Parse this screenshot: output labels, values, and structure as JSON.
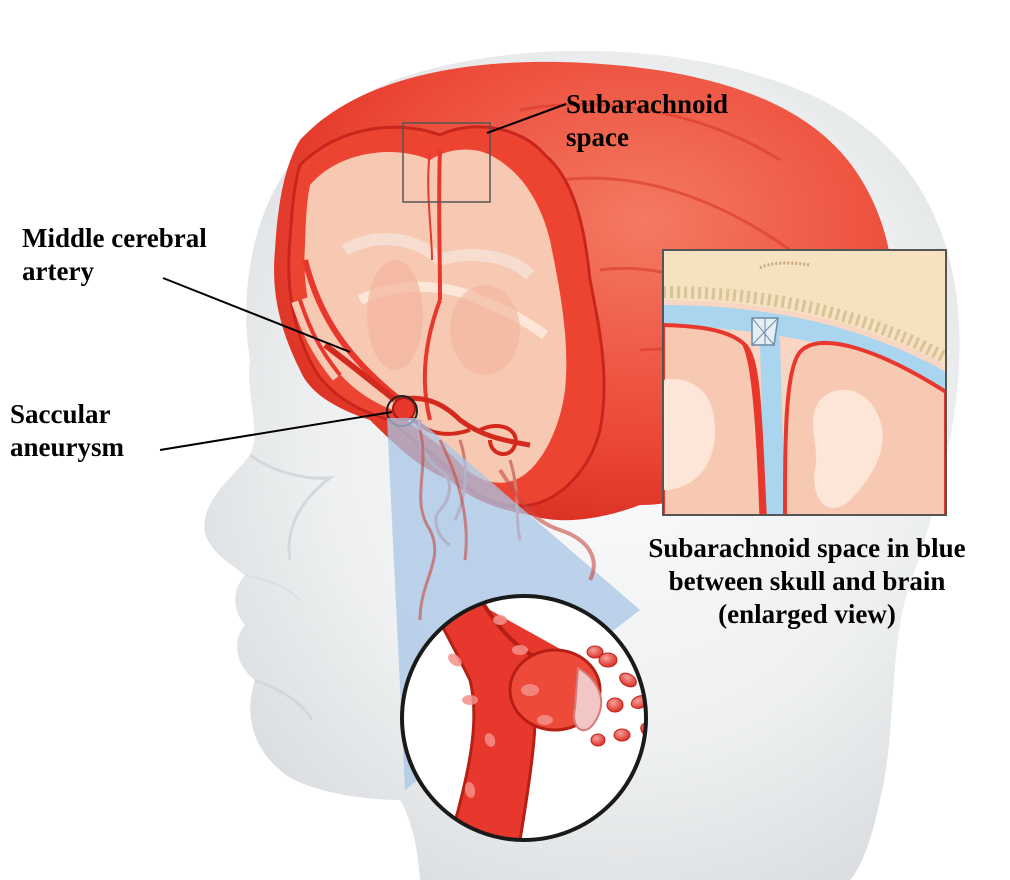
{
  "labels": {
    "subarachnoid_space": [
      "Subarachnoid",
      "space"
    ],
    "middle_cerebral_artery": [
      "Middle cerebral",
      "artery"
    ],
    "saccular_aneurysm": [
      "Saccular",
      "aneurysm"
    ],
    "inset_caption": [
      "Subarachnoid space in blue",
      "between skull and brain",
      "(enlarged view)"
    ]
  },
  "colors": {
    "brain_red": "#e8382d",
    "brain_surface": "#f0644e",
    "tissue": "#f8c9b2",
    "tissue_light": "#fde6d8",
    "csf_blue": "#a9d6ee",
    "callout_blue": "#a8c6e6",
    "skull": "#f6e2bf",
    "head_shade": "#e4e6e8"
  }
}
